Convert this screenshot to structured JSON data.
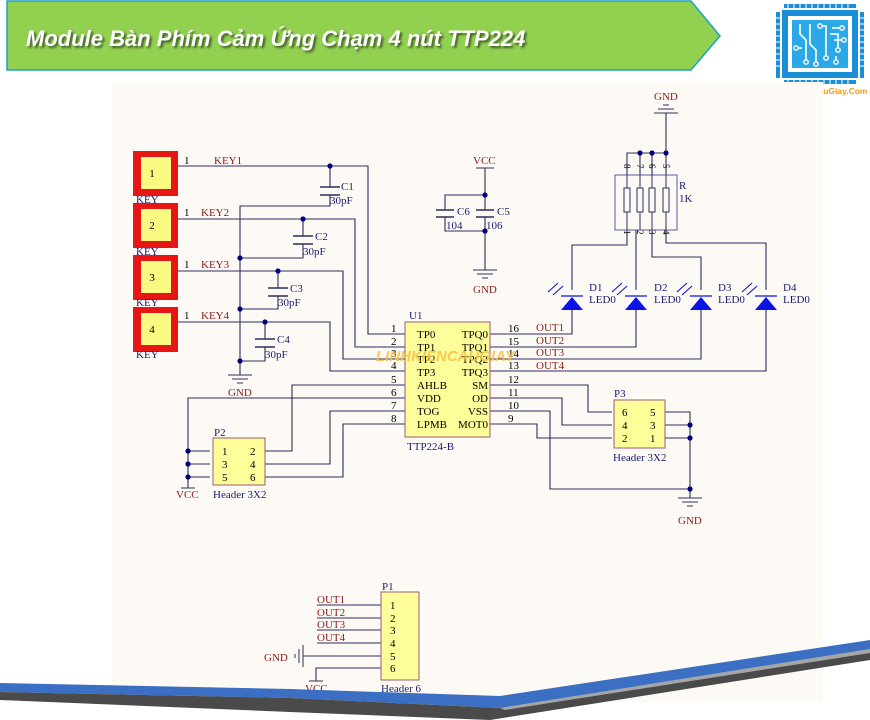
{
  "header": {
    "title": "Module Bàn Phím Cảm Ứng Chạm 4 nút TTP224",
    "banner_color": "#92d050",
    "banner_border": "#1ba1c9"
  },
  "logo": {
    "text": "LinhKienCauGiay.Com",
    "color": "#1b8fd6",
    "text_color": "#f39c12"
  },
  "watermark": "LINHKIENCAUGIAY",
  "schematic": {
    "keys": [
      {
        "num": "1",
        "pin": "1",
        "net": "KEY1",
        "label": "KEY"
      },
      {
        "num": "2",
        "pin": "1",
        "net": "KEY2",
        "label": "KEY"
      },
      {
        "num": "3",
        "pin": "1",
        "net": "KEY3",
        "label": "KEY"
      },
      {
        "num": "4",
        "pin": "1",
        "net": "KEY4",
        "label": "KEY"
      }
    ],
    "key_caps": [
      {
        "ref": "C1",
        "value": "30pF"
      },
      {
        "ref": "C2",
        "value": "30pF"
      },
      {
        "ref": "C3",
        "value": "30pF"
      },
      {
        "ref": "C4",
        "value": "30pF"
      }
    ],
    "gnd_label": "GND",
    "vcc_label": "VCC",
    "decoupling": [
      {
        "ref": "C6",
        "value": "104"
      },
      {
        "ref": "C5",
        "value": "106"
      }
    ],
    "u1": {
      "ref": "U1",
      "part": "TTP224-B",
      "left_pins": [
        {
          "num": "1",
          "name": "TP0"
        },
        {
          "num": "2",
          "name": "TP1"
        },
        {
          "num": "3",
          "name": "TP2"
        },
        {
          "num": "4",
          "name": "TP3"
        },
        {
          "num": "5",
          "name": "AHLB"
        },
        {
          "num": "6",
          "name": "VDD"
        },
        {
          "num": "7",
          "name": "TOG"
        },
        {
          "num": "8",
          "name": "LPMB"
        }
      ],
      "right_pins": [
        {
          "num": "16",
          "name": "TPQ0",
          "net": "OUT1"
        },
        {
          "num": "15",
          "name": "TPQ1",
          "net": "OUT2"
        },
        {
          "num": "14",
          "name": "TPQ2",
          "net": "OUT3"
        },
        {
          "num": "13",
          "name": "TPQ3",
          "net": "OUT4"
        },
        {
          "num": "12",
          "name": "SM",
          "net": ""
        },
        {
          "num": "11",
          "name": "OD",
          "net": ""
        },
        {
          "num": "10",
          "name": "VSS",
          "net": ""
        },
        {
          "num": "9",
          "name": "MOT0",
          "net": ""
        }
      ]
    },
    "resistor": {
      "ref": "R",
      "value": "1K",
      "top_pins": [
        "8",
        "7",
        "6",
        "5"
      ],
      "bottom_pins": [
        "1",
        "2",
        "3",
        "4"
      ]
    },
    "leds": [
      {
        "ref": "D1",
        "value": "LED0"
      },
      {
        "ref": "D2",
        "value": "LED0"
      },
      {
        "ref": "D3",
        "value": "LED0"
      },
      {
        "ref": "D4",
        "value": "LED0"
      }
    ],
    "p2": {
      "ref": "P2",
      "part": "Header 3X2",
      "rows": [
        [
          "1",
          "2"
        ],
        [
          "3",
          "4"
        ],
        [
          "5",
          "6"
        ]
      ]
    },
    "p3": {
      "ref": "P3",
      "part": "Header 3X2",
      "rows": [
        [
          "6",
          "5"
        ],
        [
          "4",
          "3"
        ],
        [
          "2",
          "1"
        ]
      ]
    },
    "p1": {
      "ref": "P1",
      "part": "Header 6",
      "pins": [
        "1",
        "2",
        "3",
        "4",
        "5",
        "6"
      ],
      "nets": [
        "OUT1",
        "OUT2",
        "OUT3",
        "OUT4"
      ]
    }
  }
}
